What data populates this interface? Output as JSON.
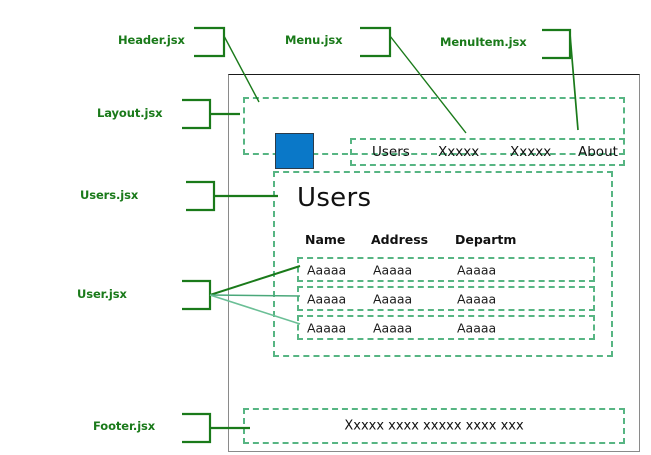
{
  "diagram": {
    "title": "React component structure annotation diagram",
    "accent_green": "#1a7a1a",
    "dashed_green": "#57b583",
    "logo_blue": "#0a78c8",
    "frame_border": "#8a8a8a"
  },
  "annotations": [
    {
      "id": "header",
      "label": "Header.jsx"
    },
    {
      "id": "menu",
      "label": "Menu.jsx"
    },
    {
      "id": "menuitem",
      "label": "MenuItem.jsx"
    },
    {
      "id": "layout",
      "label": "Layout.jsx"
    },
    {
      "id": "users",
      "label": "Users.jsx"
    },
    {
      "id": "user",
      "label": "User.jsx"
    },
    {
      "id": "footer",
      "label": "Footer.jsx"
    }
  ],
  "app": {
    "header": {
      "logo_alt": "logo-square",
      "menu": {
        "items": [
          {
            "label": "Users"
          },
          {
            "label": "Xxxxx"
          },
          {
            "label": "Xxxxx"
          },
          {
            "label": "About"
          }
        ]
      }
    },
    "users_page": {
      "heading": "Users",
      "table": {
        "columns": [
          "Name",
          "Address",
          "Departm"
        ],
        "rows": [
          [
            "Aaaaa",
            "Aaaaa",
            "Aaaaa"
          ],
          [
            "Aaaaa",
            "Aaaaa",
            "Aaaaa"
          ],
          [
            "Aaaaa",
            "Aaaaa",
            "Aaaaa"
          ]
        ]
      }
    },
    "footer": {
      "text": "Xxxxx xxxx xxxxx xxxx xxx"
    }
  }
}
